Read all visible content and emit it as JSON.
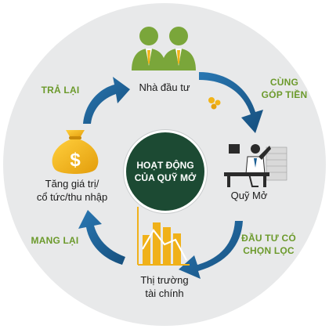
{
  "center": {
    "line1": "HOẠT ĐỘNG",
    "line2": "CỦA QUỸ MỞ"
  },
  "nodes": {
    "investors": {
      "label": "Nhà đầu tư"
    },
    "fund": {
      "label": "Quỹ Mở"
    },
    "market": {
      "line1": "Thị trường",
      "line2": "tài chính"
    },
    "value": {
      "line1": "Tăng giá trị/",
      "line2": "cổ tức/thu nhập"
    }
  },
  "arrows": {
    "contribute": {
      "line1": "CÙNG",
      "line2": "GÓP TIỀN"
    },
    "invest": {
      "line1": "ĐẦU TƯ CÓ",
      "line2": "CHỌN LỌC"
    },
    "bring": {
      "label": "MANG LẠI"
    },
    "return": {
      "label": "TRẢ LẠI"
    }
  },
  "colors": {
    "arrow_blue": "#1b5f93",
    "label_green": "#6c9a2c",
    "center_fill": "#1c4a33",
    "investor_green": "#7aa63a",
    "money_bag_gold": "#f2b418",
    "chart_gold": "#f0b11a",
    "background_circle": "#e8e9ea"
  },
  "icons": [
    "two-investors-icon",
    "businessman-desk-icon",
    "bar-chart-icon",
    "money-bag-icon",
    "coins-icon"
  ]
}
